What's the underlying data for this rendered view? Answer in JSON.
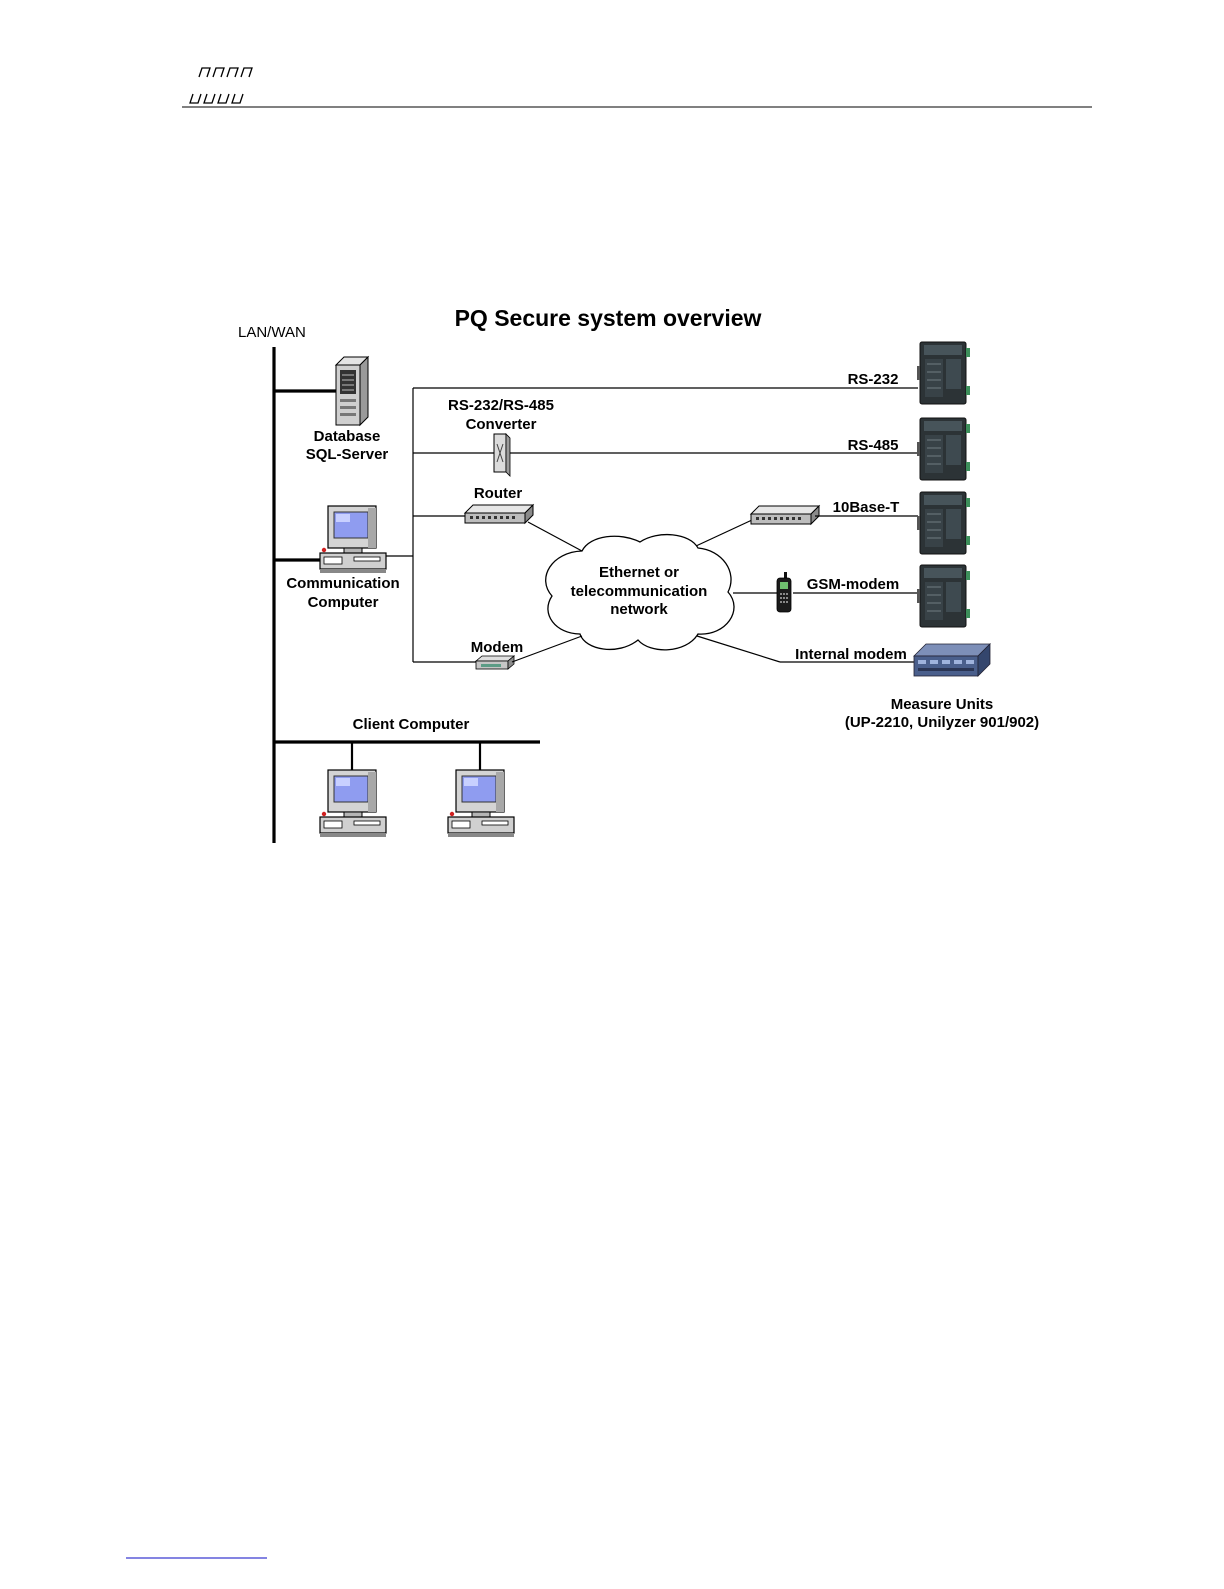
{
  "document": {
    "footer_link_rule": true
  },
  "diagram": {
    "title": "PQ Secure system overview",
    "lan_label": "LAN/WAN",
    "database_label": [
      "Database",
      "SQL-Server"
    ],
    "comm_computer_label": [
      "Communication",
      "Computer"
    ],
    "converter_label": [
      "RS-232/RS-485",
      "Converter"
    ],
    "router_label": "Router",
    "modem_label": "Modem",
    "cloud_label": [
      "Ethernet or",
      "telecommunication",
      "network"
    ],
    "client_label": "Client Computer",
    "links": {
      "rs232": "RS-232",
      "rs485": "RS-485",
      "tenbase": "10Base-T",
      "gsm": "GSM-modem",
      "internal_modem": "Internal modem"
    },
    "measure_units_label": [
      "Measure Units",
      "(UP-2210, Unilyzer 901/902)"
    ],
    "icons": {
      "server": "server-icon",
      "computer": "desktop-computer-icon",
      "converter": "converter-icon",
      "router": "network-switch-icon",
      "modem": "modem-icon",
      "cloud": "cloud-icon",
      "phone": "mobile-phone-icon",
      "measure_unit": "measure-unit-icon",
      "internal_modem_unit": "rack-unit-icon"
    },
    "colors": {
      "screen": "#8f9cf0",
      "device_dark": "#2c3336",
      "rack_blue": "#4a5f8c"
    }
  }
}
